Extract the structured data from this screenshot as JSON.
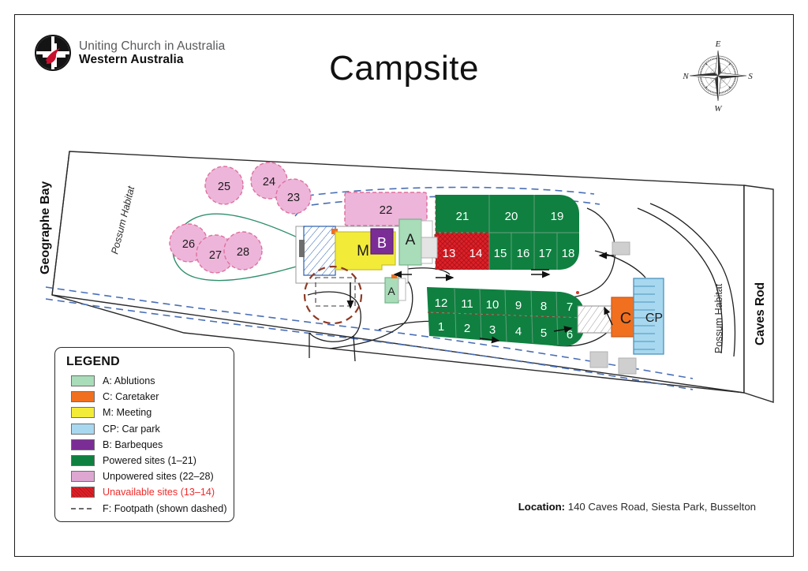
{
  "header": {
    "logo": {
      "icon": "uniting-church-dove-logo",
      "line1": "Uniting Church in Australia",
      "line2": "Western Australia"
    },
    "title": "Campsite",
    "compass": {
      "icon": "compass-rose",
      "top": "E",
      "left": "N",
      "right": "S",
      "bottom": "W"
    }
  },
  "map": {
    "labels": {
      "bay": "Geographe Bay",
      "habitat_left": "Possum Habitat",
      "habitat_right": "Possum Habitat",
      "road": "Caves Rod"
    },
    "buildings": [
      {
        "code": "M",
        "name": "meeting-hall",
        "color": "#f2ec39"
      },
      {
        "code": "B",
        "name": "barbeques",
        "color": "#7b2d96"
      },
      {
        "code": "A",
        "name": "ablutions-north",
        "color": "#a9dcb9"
      },
      {
        "code": "A",
        "name": "ablutions-south",
        "color": "#a9dcb9"
      },
      {
        "code": "C",
        "name": "caretaker",
        "color": "#f1701f"
      },
      {
        "code": "CP",
        "name": "car-park",
        "color": "#a8d8ef"
      }
    ],
    "powered_sites_top": [
      "21",
      "20",
      "19"
    ],
    "powered_sites_mid": [
      "13",
      "14",
      "15",
      "16",
      "17",
      "18"
    ],
    "unavailable_sites": [
      "13",
      "14"
    ],
    "powered_sites_row_upper": [
      "12",
      "11",
      "10",
      "9",
      "8",
      "7"
    ],
    "powered_sites_row_lower": [
      "1",
      "2",
      "3",
      "4",
      "5",
      "6"
    ],
    "unpowered_rect": [
      "22"
    ],
    "unpowered_circles": [
      "25",
      "24",
      "23",
      "26",
      "27",
      "28"
    ]
  },
  "legend": {
    "title": "LEGEND",
    "items": [
      {
        "swatch": "#a9dcb9",
        "label": "A: Ablutions",
        "style": "solid",
        "red": false
      },
      {
        "swatch": "#f1701f",
        "label": "C: Caretaker",
        "style": "solid",
        "red": false
      },
      {
        "swatch": "#f2ec39",
        "label": "M: Meeting",
        "style": "solid",
        "red": false
      },
      {
        "swatch": "#a8d8ef",
        "label": "CP: Car park",
        "style": "solid",
        "red": false
      },
      {
        "swatch": "#7b2d96",
        "label": "B: Barbeques",
        "style": "solid",
        "red": false
      },
      {
        "swatch": "#0f8040",
        "label": "Powered sites (1–21)",
        "style": "solid",
        "red": false
      },
      {
        "swatch": "#dda7d2",
        "label": "Unpowered sites (22–28)",
        "style": "solid",
        "red": false
      },
      {
        "swatch": "#e02028",
        "label": "Unavailable sites (13–14)",
        "style": "hatch",
        "red": true
      },
      {
        "swatch": "",
        "label": "F: Footpath (shown dashed)",
        "style": "dashed",
        "red": false
      }
    ]
  },
  "footer": {
    "location_label": "Location:",
    "location_value": "140 Caves Road, Siesta Park, Busselton"
  },
  "colors": {
    "powered": "#0f8040",
    "unpowered": "#edb5da",
    "unavailable": "#e02028",
    "ablutions": "#a9dcb9",
    "caretaker": "#f1701f",
    "meeting": "#f2ec39",
    "carpark": "#a8d8ef",
    "barbeques": "#7b2d96",
    "footpath": "#4a6fb5",
    "border": "#1b1b1b"
  }
}
